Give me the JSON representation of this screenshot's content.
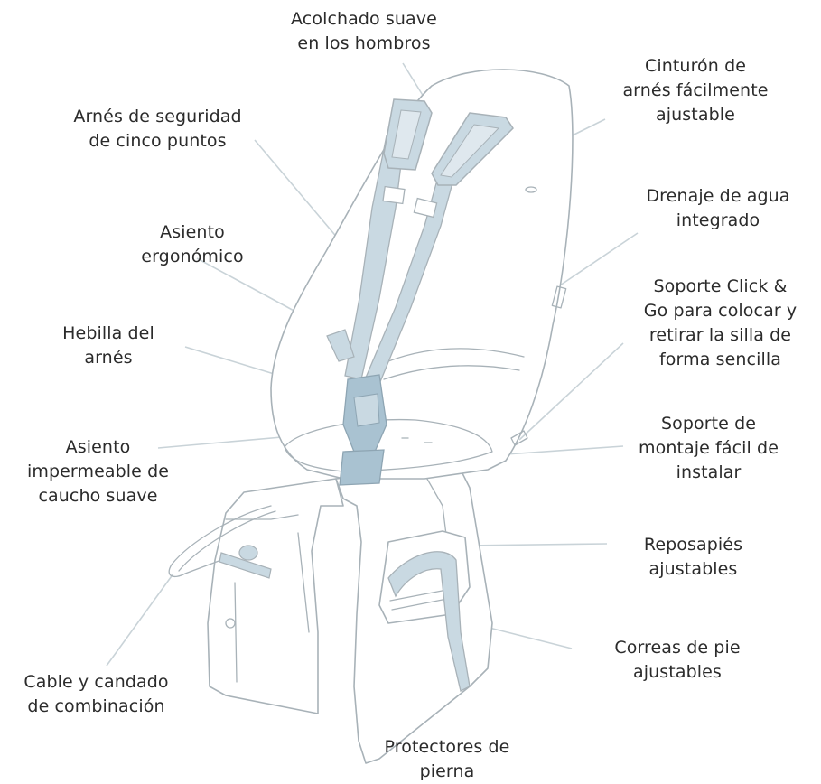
{
  "colors": {
    "strap": "#c9d9e2",
    "strap_dark": "#a9c2d1",
    "outline": "#a8b2b8",
    "leader": "#c9d3d8",
    "text": "#2b2b2b"
  },
  "callouts": {
    "shoulder_padding": [
      "Acolchado suave",
      "en los hombros"
    ],
    "harness_belt": [
      "Cinturón de",
      "arnés fácilmente",
      "ajustable"
    ],
    "five_point_harness": [
      "Arnés de seguridad",
      "de cinco puntos"
    ],
    "water_drainage": [
      "Drenaje de agua",
      "integrado"
    ],
    "ergonomic_seat": [
      "Asiento",
      "ergonómico"
    ],
    "click_go_support": [
      "Soporte Click &",
      "Go para colocar y",
      "retirar la silla de",
      "forma sencilla"
    ],
    "harness_buckle": [
      "Hebilla del",
      "arnés"
    ],
    "mounting_bracket": [
      "Soporte de",
      "montaje fácil de",
      "instalar"
    ],
    "waterproof_seat": [
      "Asiento",
      "impermeable de",
      "caucho suave"
    ],
    "footrests": [
      "Reposapiés",
      "ajustables"
    ],
    "foot_straps": [
      "Correas de pie",
      "ajustables"
    ],
    "cable_lock": [
      "Cable y candado",
      "de combinación"
    ],
    "leg_guards": [
      "Protectores de",
      "pierna"
    ]
  }
}
